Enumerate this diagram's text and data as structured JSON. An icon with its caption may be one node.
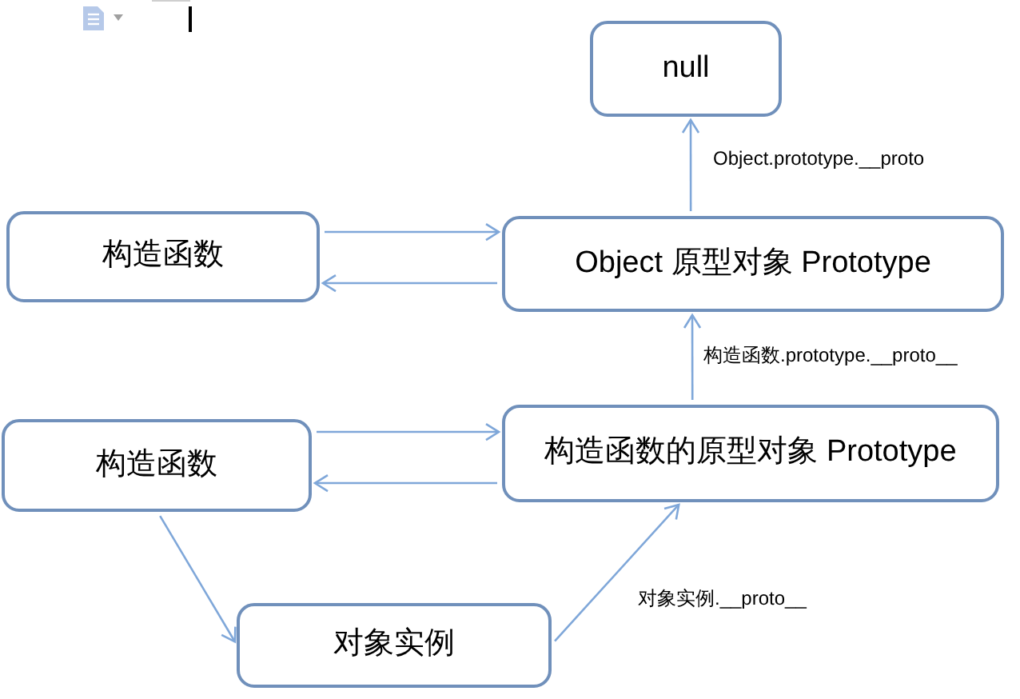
{
  "diagram": {
    "nodes": [
      {
        "text": [
          "null"
        ]
      },
      {
        "text": [
          "构造函数"
        ]
      },
      {
        "text": [
          "Object 原型对象 Prototype"
        ]
      },
      {
        "text": [
          "构造函数"
        ]
      },
      {
        "text": [
          "构造函数的原型对象 Prototype"
        ]
      },
      {
        "text": [
          "对象实例"
        ]
      }
    ],
    "edges": [
      {
        "from": 2,
        "to": 0,
        "arrow": "to",
        "label": "Object.prototype.__proto"
      },
      {
        "from": 1,
        "to": 2,
        "arrow": "to"
      },
      {
        "from": 2,
        "to": 1,
        "arrow": "to"
      },
      {
        "from": 3,
        "to": 4,
        "arrow": "to"
      },
      {
        "from": 4,
        "to": 3,
        "arrow": "to"
      },
      {
        "from": 4,
        "to": 2,
        "arrow": "to",
        "label": "构造函数.prototype.__proto__"
      },
      {
        "from": 3,
        "to": 5,
        "arrow": "to"
      },
      {
        "from": 5,
        "to": 4,
        "arrow": "to",
        "label": "对象实例.__proto__"
      }
    ]
  }
}
